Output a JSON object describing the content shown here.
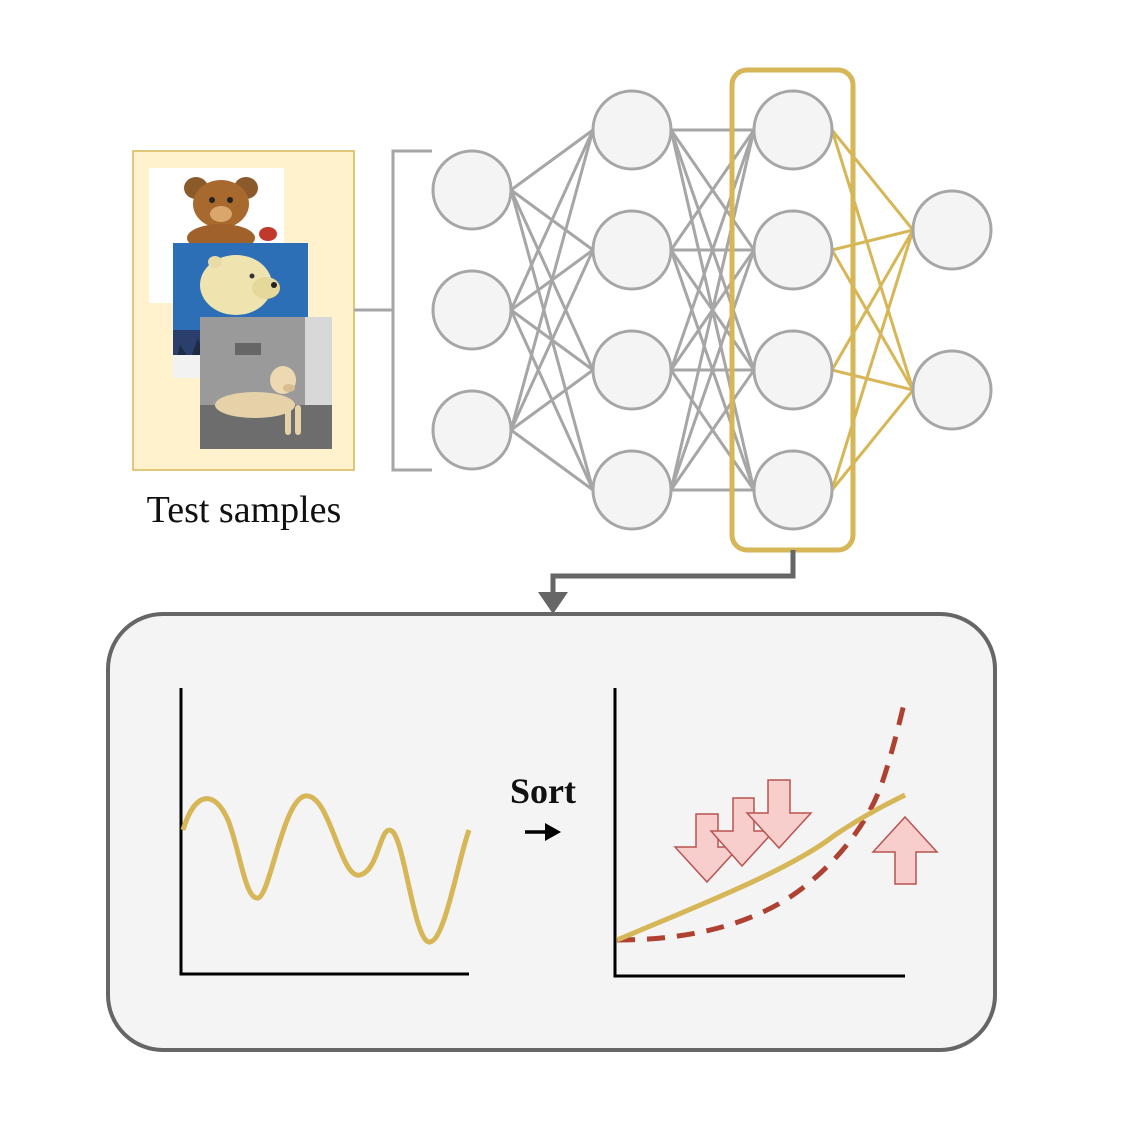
{
  "labels": {
    "test_samples": "Test samples",
    "sort": "Sort"
  },
  "samples": [
    {
      "name": "teddy-bear-image"
    },
    {
      "name": "polar-bear-image"
    },
    {
      "name": "labrador-dog-image"
    }
  ],
  "network": {
    "layers": [
      3,
      4,
      4,
      2
    ],
    "highlighted_layer": 2
  },
  "colors": {
    "node_fill": "#f4f4f4",
    "node_stroke": "#a6a6a6",
    "edge_gray": "#a6a6a6",
    "highlight_gold": "#d6b656",
    "sample_panel_bg": "#fff2cc",
    "analysis_panel_bg": "#f4f4f4",
    "analysis_panel_border": "#666666",
    "dashed_curve": "#ae4132",
    "arrow_fill": "#f8cecc",
    "arrow_stroke": "#b85450",
    "axis": "#000000"
  }
}
